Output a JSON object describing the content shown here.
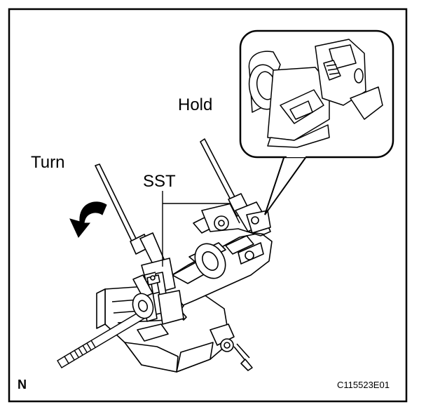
{
  "labels": {
    "hold": "Hold",
    "turn": "Turn",
    "sst": "SST",
    "corner": "N",
    "figure_code": "C115523E01"
  },
  "colors": {
    "line": "#000000",
    "background": "#ffffff"
  }
}
